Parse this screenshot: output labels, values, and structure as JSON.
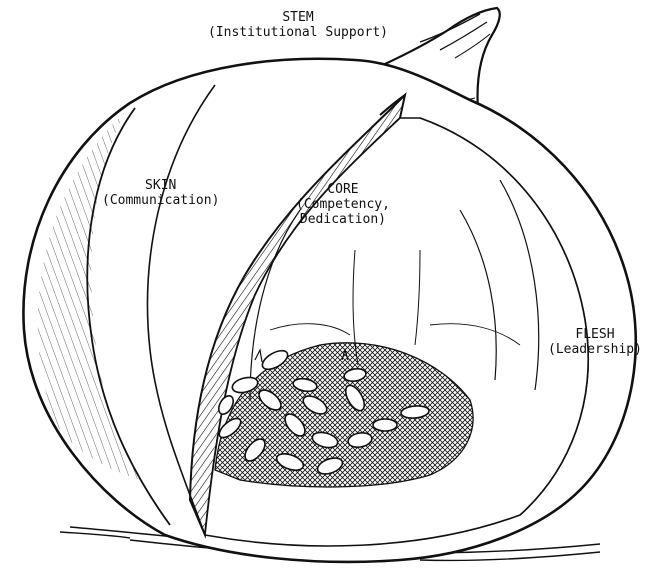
{
  "diagram": {
    "labels": {
      "stem": {
        "title": "STEM",
        "subtitle": "(Institutional Support)"
      },
      "skin": {
        "title": "SKIN",
        "subtitle": "(Communication)"
      },
      "core": {
        "title": "CORE",
        "line2": "(Competency,",
        "line3": "Dedication)"
      },
      "flesh": {
        "title": "FLESH",
        "subtitle": "(Leadership)"
      }
    },
    "colors": {
      "ink": "#111111",
      "paper": "#ffffff"
    }
  }
}
